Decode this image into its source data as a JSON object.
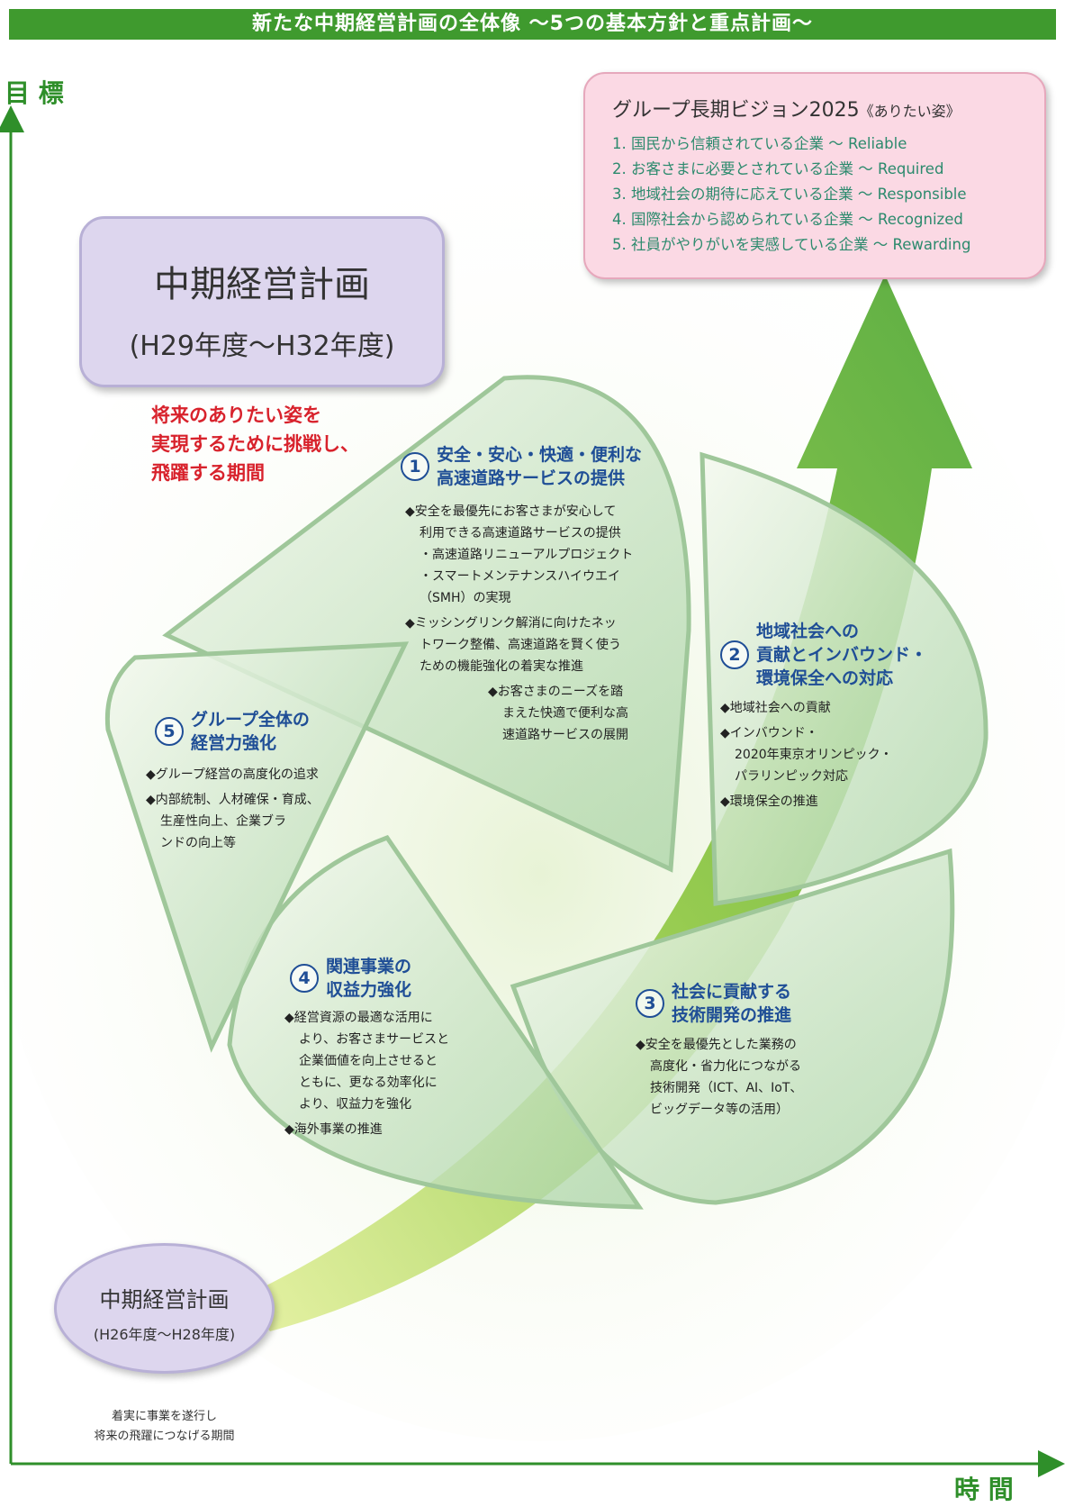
{
  "header": {
    "title": "新たな中期経営計画の全体像 〜5つの基本方針と重点計画〜"
  },
  "axis": {
    "y_label": "目 標",
    "x_label": "時 間"
  },
  "vision": {
    "title": "グループ長期ビジョン2025",
    "subtitle": "《ありたい姿》",
    "items": [
      "1. 国民から信頼されている企業 〜 Reliable",
      "2. お客さまに必要とされている企業 〜 Required",
      "3. 地域社会の期待に応えている企業 〜 Responsible",
      "4. 国際社会から認められている企業 〜 Recognized",
      "5. 社員がやりがいを実感している企業 〜 Rewarding"
    ]
  },
  "current_plan": {
    "title": "中期経営計画",
    "period": "(H29年度〜H32年度)"
  },
  "challenge": {
    "lines": [
      "将来のありたい姿を",
      "実現するために挑戦し、",
      "飛躍する期間"
    ]
  },
  "previous_plan": {
    "title": "中期経営計画",
    "period": "(H26年度〜H28年度)",
    "note": [
      "着実に事業を遂行し",
      "将来の飛躍につなげる期間"
    ]
  },
  "policies": [
    {
      "num": "1",
      "title": [
        "安全・安心・快適・便利な",
        "高速道路サービスの提供"
      ],
      "items": [
        "◆安全を最優先にお客さまが安心して",
        "利用できる高速道路サービスの提供",
        "・高速道路リニューアルプロジェクト",
        "・スマートメンテナンスハイウエイ",
        "（SMH）の実現",
        "◆ミッシングリンク解消に向けたネッ",
        "トワーク整備、高速道路を賢く使う",
        "ための機能強化の着実な推進",
        "◆お客さまのニーズを踏",
        "まえた快適で便利な高",
        "速道路サービスの展開"
      ]
    },
    {
      "num": "2",
      "title": [
        "地域社会への",
        "貢献とインバウンド・",
        "環境保全への対応"
      ],
      "items": [
        "◆地域社会への貢献",
        "◆インバウンド・",
        "2020年東京オリンピック・",
        "パラリンピック対応",
        "◆環境保全の推進"
      ]
    },
    {
      "num": "3",
      "title": [
        "社会に貢献する",
        "技術開発の推進"
      ],
      "items": [
        "◆安全を最優先とした業務の",
        "高度化・省力化につながる",
        "技術開発（ICT、AI、IoT、",
        "ビッグデータ等の活用）"
      ]
    },
    {
      "num": "4",
      "title": [
        "関連事業の",
        "収益力強化"
      ],
      "items": [
        "◆経営資源の最適な活用に",
        "より、お客さまサービスと",
        "企業価値を向上させると",
        "ともに、更なる効率化に",
        "より、収益力を強化",
        "◆海外事業の推進"
      ]
    },
    {
      "num": "5",
      "title": [
        "グループ全体の",
        "経営力強化"
      ],
      "items": [
        "◆グループ経営の高度化の追求",
        "◆内部統制、人材確保・育成、",
        "生産性向上、企業ブラ",
        "ンドの向上等"
      ]
    }
  ],
  "colors": {
    "banner": "#3f9a2e",
    "axis": "#2f8f2a",
    "arrow": "#5cb030",
    "policy_title": "#1f4e96",
    "challenge": "#d8222c",
    "vision_bg": "#fbd9e4",
    "plan_bg": "#ddd6ee"
  }
}
